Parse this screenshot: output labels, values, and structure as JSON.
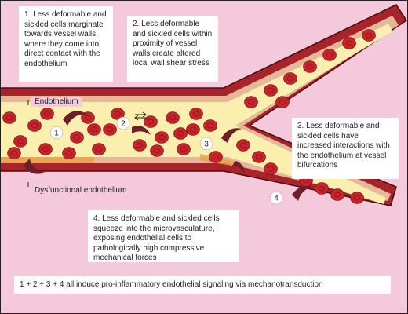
{
  "colors": {
    "background": "#f4c9dc",
    "vessel_wall": "#a8242b",
    "endothelium": "#e6b89a",
    "plasma": "#fbefb0",
    "rbc": "#c7232b",
    "sickle_cell": "#6b1f2a",
    "text_box": "#ffffff"
  },
  "notes": {
    "note1": "1. Less deformable and sickled cells marginate towards vessel walls, where they come into direct contact with the endothelium",
    "note2": "2. Less deformable and sickled cells within proximity of vessel walls create altered local wall shear stress",
    "note3": "3. Less deformable and sickled cells have increased interactions with the endothelium at vessel bifurcations",
    "note4": "4. Less deformable and sickled cells squeeze into the microvasculature, exposing endothelial cells to pathologically high compressive mechanical forces",
    "summary": "1 + 2 + 3 + 4 all induce pro-inflammatory endothelial signaling via mechanotransduction"
  },
  "labels": {
    "endothelium": "Endothelium",
    "dysfunctional": "Dysfunctional endothelium"
  },
  "markers": {
    "m1": "1",
    "m2": "2",
    "m3": "3",
    "m4": "4"
  }
}
